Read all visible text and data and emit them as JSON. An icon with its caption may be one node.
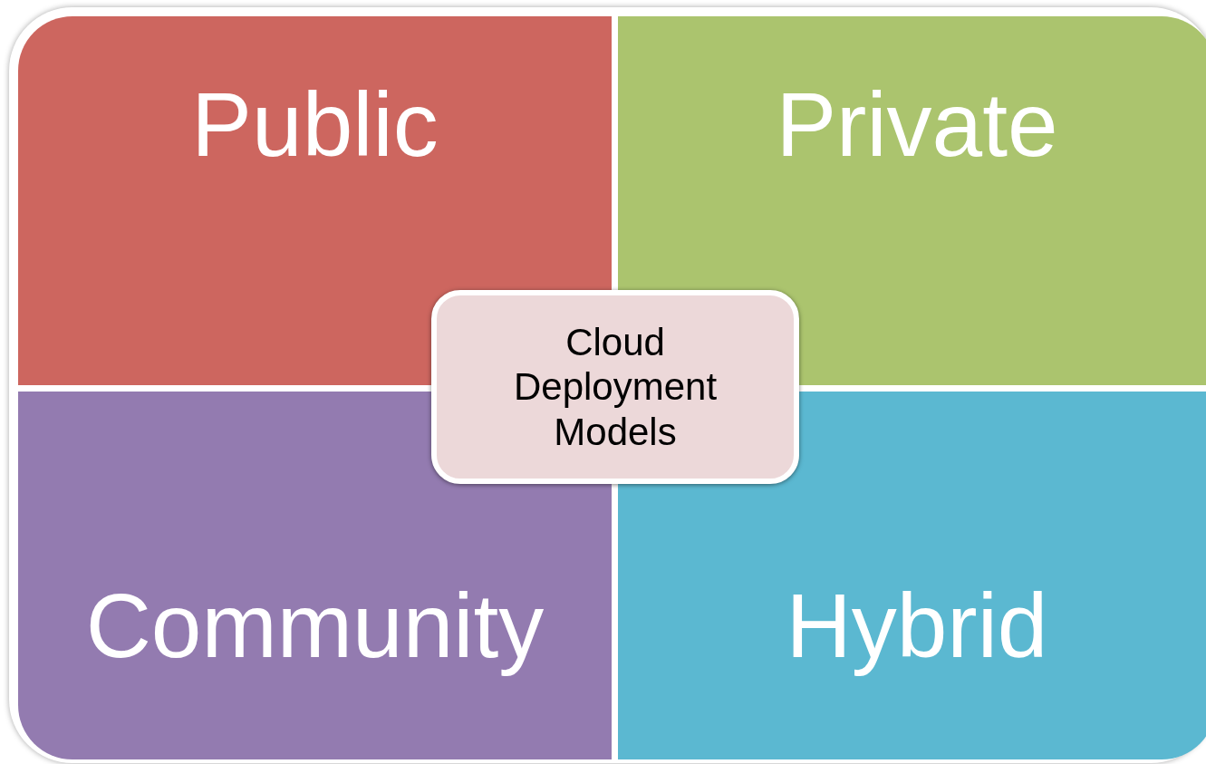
{
  "diagram": {
    "nodes": [
      {
        "text": [
          "Public"
        ]
      },
      {
        "text": [
          "Private"
        ]
      },
      {
        "text": [
          "Cloud Deployment Models"
        ]
      },
      {
        "text": [
          "Community"
        ]
      },
      {
        "text": [
          "Hybrid"
        ]
      }
    ]
  }
}
